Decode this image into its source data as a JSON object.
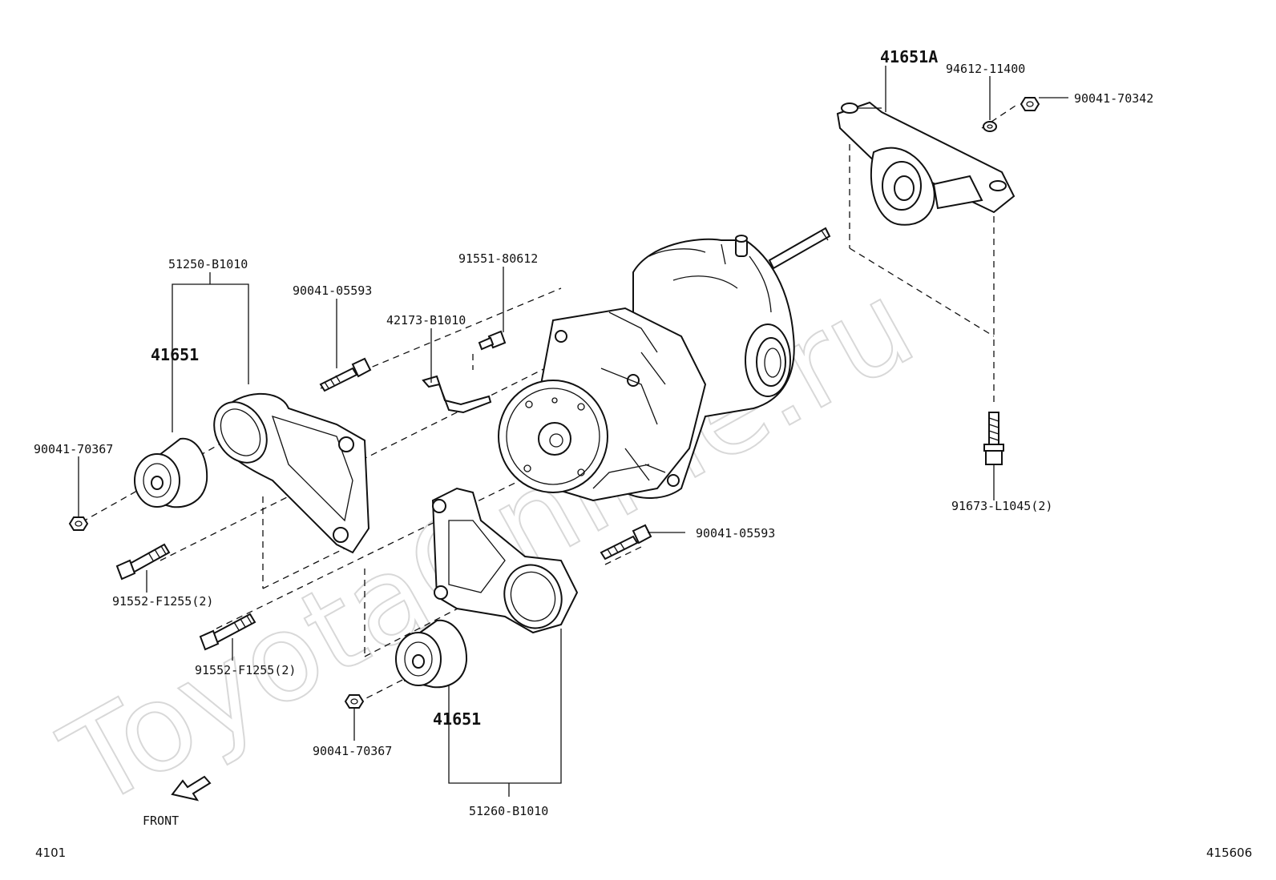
{
  "watermark": "ToyotaOnline.ru",
  "direction": {
    "label": "FRONT"
  },
  "footer": {
    "left": "4101",
    "right": "415606"
  },
  "callouts": {
    "assy_front": "51250-B1010",
    "assy_rear": "51260-B1010",
    "insul_front": "41651",
    "insul_rear": "41651",
    "insul_top": "41651A",
    "washer_top": "94612-11400",
    "nut_top": "90041-70342",
    "bolt_mid": "91551-80612",
    "bracket_mid": "42173-B1010",
    "bolt_upper": "90041-05593",
    "bolt_lower": "90041-05593",
    "nut_left": "90041-70367",
    "nut_lower": "90041-70367",
    "bolt_left": "91552-F1255(2)",
    "bolt_left2": "91552-F1255(2)",
    "bolt_right": "91673-L1045(2)"
  }
}
